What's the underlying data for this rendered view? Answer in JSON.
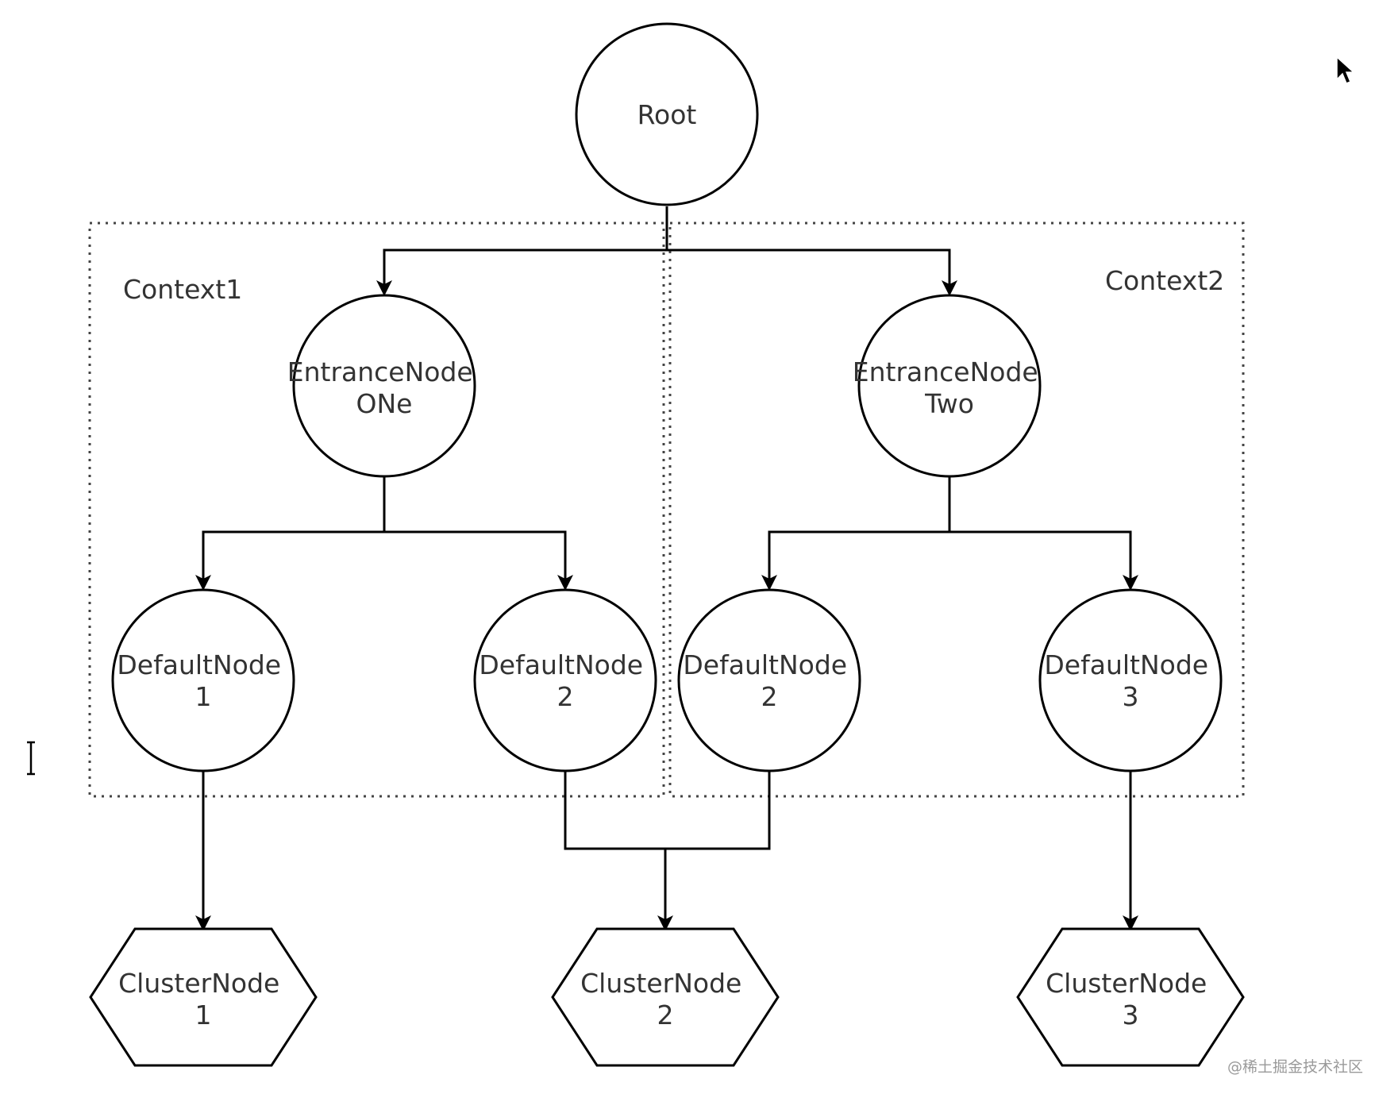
{
  "nodes": {
    "root": "Root",
    "entrance_one": [
      "EntranceNode",
      "ONe"
    ],
    "entrance_two": [
      "EntranceNode",
      "Two"
    ],
    "default_1": [
      "DefaultNode",
      "1"
    ],
    "default_2a": [
      "DefaultNode",
      "2"
    ],
    "default_2b": [
      "DefaultNode",
      "2"
    ],
    "default_3": [
      "DefaultNode",
      "3"
    ],
    "cluster_1": [
      "ClusterNode",
      "1"
    ],
    "cluster_2": [
      "ClusterNode",
      "2"
    ],
    "cluster_3": [
      "ClusterNode",
      "3"
    ]
  },
  "contexts": {
    "left": "Context1",
    "right": "Context2"
  },
  "watermark": "@稀土掘金技术社区",
  "colors": {
    "stroke": "#000000",
    "text": "#333333",
    "background": "#ffffff"
  },
  "icons": [
    "mouse-pointer-icon",
    "text-cursor-icon"
  ]
}
